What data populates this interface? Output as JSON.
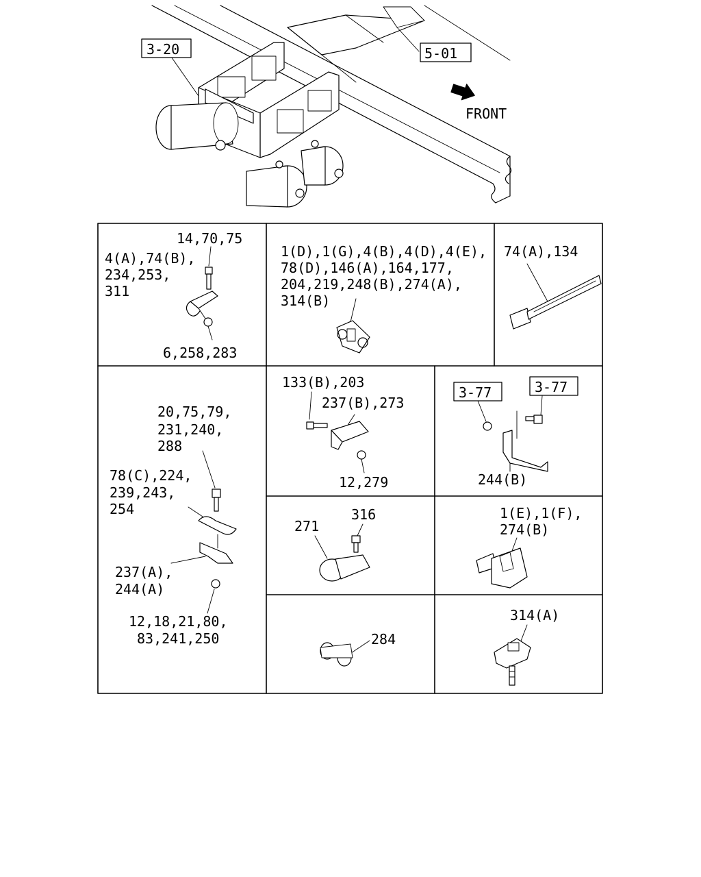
{
  "references": {
    "ref_3_20": "3-20",
    "ref_5_01": "5-01",
    "ref_3_77_left": "3-77",
    "ref_3_77_right": "3-77"
  },
  "direction": {
    "label": "FRONT"
  },
  "cells": {
    "a": {
      "top_right": "14,70,75",
      "left": [
        "4(A),74(B),",
        "234,253,",
        "311"
      ],
      "bottom": "6,258,283"
    },
    "b": {
      "lines": [
        "1(D),1(G),4(B),4(D),4(E),",
        "78(D),146(A),164,177,",
        "204,219,248(B),274(A),",
        "314(B)"
      ]
    },
    "c": {
      "label": "74(A),134"
    },
    "d": {
      "upper": [
        "20,75,79,",
        "231,240,",
        "288"
      ],
      "middle": [
        "78(C),224,",
        "239,243,",
        "254"
      ],
      "lower": [
        "237(A),",
        "244(A)"
      ],
      "bottom": [
        "12,18,21,80,",
        "83,241,250"
      ]
    },
    "e": {
      "top": "133(B),203",
      "mid": "237(B),273",
      "bottom": "12,279"
    },
    "f": {
      "label": "244(B)"
    },
    "g": {
      "left": "271",
      "right": "316"
    },
    "h": {
      "lines": [
        "1(E),1(F),",
        "274(B)"
      ]
    },
    "i": {
      "label": "284"
    },
    "j": {
      "label": "314(A)"
    }
  },
  "icons": [
    "front-arrow-icon"
  ]
}
